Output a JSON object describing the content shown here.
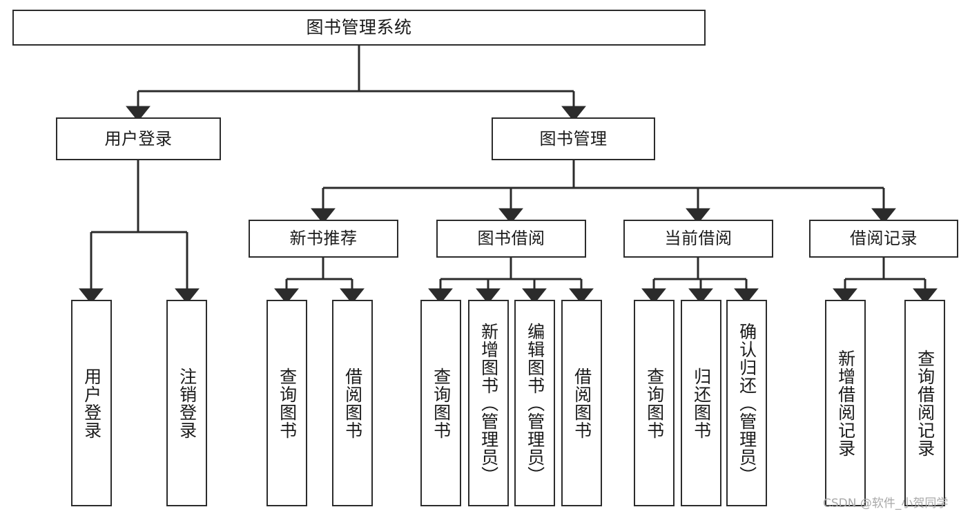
{
  "diagram": {
    "title": "图书管理系统",
    "type": "tree-hierarchy-diagram",
    "line_color": "#2b2b2b",
    "box_fill": "#ffffff",
    "text_color": "#1a1a1a"
  },
  "root": {
    "label": "图书管理系统"
  },
  "level2": [
    {
      "label": "用户登录"
    },
    {
      "label": "图书管理"
    }
  ],
  "level3": [
    {
      "label": "新书推荐"
    },
    {
      "label": "图书借阅"
    },
    {
      "label": "当前借阅"
    },
    {
      "label": "借阅记录"
    }
  ],
  "leaves": {
    "user_login": [
      {
        "label": "用户登录"
      },
      {
        "label": "注销登录"
      }
    ],
    "new_book_recommend": [
      {
        "label": "查询图书"
      },
      {
        "label": "借阅图书"
      }
    ],
    "book_borrow": [
      {
        "label": "查询图书"
      },
      {
        "label": "新增图书（管理员）"
      },
      {
        "label": "编辑图书（管理员）"
      },
      {
        "label": "借阅图书"
      }
    ],
    "current_borrow": [
      {
        "label": "查询图书"
      },
      {
        "label": "归还图书"
      },
      {
        "label": "确认归还（管理员）"
      }
    ],
    "borrow_record": [
      {
        "label": "新增借阅记录"
      },
      {
        "label": "查询借阅记录"
      }
    ]
  },
  "watermark": {
    "text": "CSDN @软件_小贺同学"
  }
}
